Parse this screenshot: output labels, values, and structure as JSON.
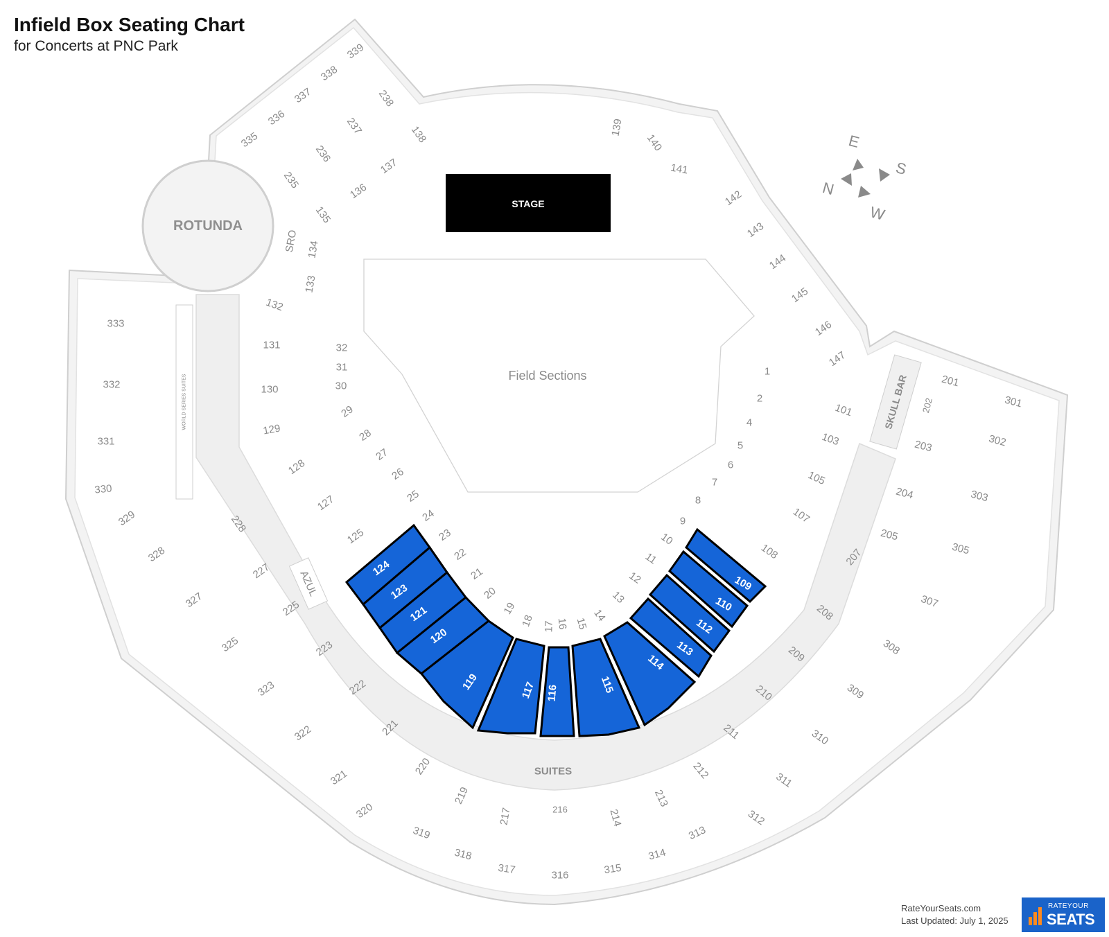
{
  "header": {
    "title": "Infield Box Seating Chart",
    "subtitle": "for Concerts at PNC Park"
  },
  "labels": {
    "rotunda": "ROTUNDA",
    "stage": "STAGE",
    "field": "Field Sections",
    "suites": "SUITES",
    "skull_bar": "SKULL BAR",
    "azul": "AZUL",
    "world_series_suites": "WORLD SERIES SUITES",
    "sro": "SRO"
  },
  "compass": {
    "n": "N",
    "e": "E",
    "s": "S",
    "w": "W"
  },
  "highlight_color": "#1565d8",
  "highlighted_sections": [
    "109",
    "110",
    "112",
    "113",
    "114",
    "115",
    "116",
    "117",
    "119",
    "120",
    "121",
    "123",
    "124"
  ],
  "sections": {
    "s339": "339",
    "s338": "338",
    "s337": "337",
    "s336": "336",
    "s335": "335",
    "s238": "238",
    "s237": "237",
    "s236": "236",
    "s235": "235",
    "s138": "138",
    "s137": "137",
    "s136": "136",
    "s135": "135",
    "s134": "134",
    "s133": "133",
    "s132": "132",
    "s131": "131",
    "s130": "130",
    "s129": "129",
    "s128": "128",
    "s127": "127",
    "s125": "125",
    "s139": "139",
    "s140": "140",
    "s141": "141",
    "s142": "142",
    "s143": "143",
    "s144": "144",
    "s145": "145",
    "s146": "146",
    "s147": "147",
    "s101": "101",
    "s103": "103",
    "s105": "105",
    "s107": "107",
    "s108": "108",
    "s333": "333",
    "s332": "332",
    "s331": "331",
    "s330": "330",
    "s329": "329",
    "s328": "328",
    "s327": "327",
    "s325": "325",
    "s323": "323",
    "s322": "322",
    "s321": "321",
    "s320": "320",
    "s319": "319",
    "s318": "318",
    "s317": "317",
    "s316": "316",
    "s315": "315",
    "s314": "314",
    "s313": "313",
    "s312": "312",
    "s311": "311",
    "s310": "310",
    "s309": "309",
    "s308": "308",
    "s307": "307",
    "s305": "305",
    "s303": "303",
    "s302": "302",
    "s301": "301",
    "s228": "228",
    "s227": "227",
    "s225": "225",
    "s223": "223",
    "s222": "222",
    "s221": "221",
    "s220": "220",
    "s219": "219",
    "s217": "217",
    "s216": "216",
    "s214": "214",
    "s213": "213",
    "s212": "212",
    "s211": "211",
    "s210": "210",
    "s209": "209",
    "s208": "208",
    "s207": "207",
    "s205": "205",
    "s204": "204",
    "s203": "203",
    "s202": "202",
    "s201": "201",
    "n1": "1",
    "n2": "2",
    "n4": "4",
    "n5": "5",
    "n6": "6",
    "n7": "7",
    "n8": "8",
    "n9": "9",
    "n10": "10",
    "n11": "11",
    "n12": "12",
    "n13": "13",
    "n14": "14",
    "n15": "15",
    "n16": "16",
    "n17": "17",
    "n18": "18",
    "n19": "19",
    "n20": "20",
    "n21": "21",
    "n22": "22",
    "n23": "23",
    "n24": "24",
    "n25": "25",
    "n26": "26",
    "n27": "27",
    "n28": "28",
    "n29": "29",
    "n30": "30",
    "n31": "31",
    "n32": "32",
    "s109": "109",
    "s110": "110",
    "s112": "112",
    "s113": "113",
    "s114": "114",
    "s115": "115",
    "s116": "116",
    "s117": "117",
    "s119": "119",
    "s120": "120",
    "s121": "121",
    "s123": "123",
    "s124": "124"
  },
  "footer": {
    "site": "RateYourSeats.com",
    "updated": "Last Updated: July 1, 2025",
    "logo_small": "RATEYOUR",
    "logo_big": "SEATS"
  }
}
